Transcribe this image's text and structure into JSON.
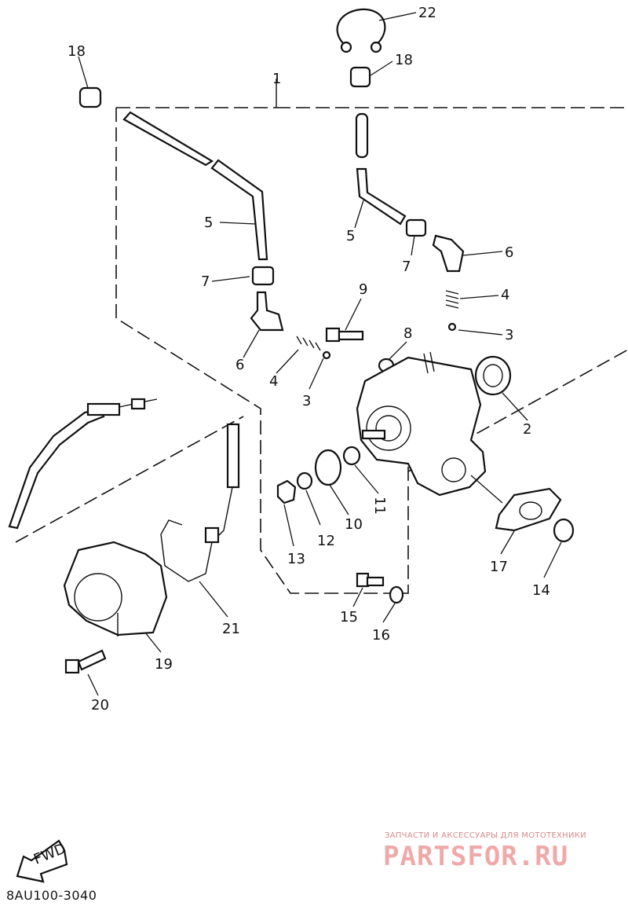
{
  "diagram": {
    "drawing_code": "8AU100-3040",
    "direction_marker": "FWD",
    "callouts": {
      "c22": "22",
      "c18a": "18",
      "c18b": "18",
      "c1": "1",
      "c5a": "5",
      "c5b": "5",
      "c7a": "7",
      "c7b": "7",
      "c6a": "6",
      "c6b": "6",
      "c9": "9",
      "c8": "8",
      "c4a": "4",
      "c4b": "4",
      "c3a": "3",
      "c3b": "3",
      "c2": "2",
      "c10": "10",
      "c11": "11",
      "c12": "12",
      "c13": "13",
      "c17": "17",
      "c14": "14",
      "c15": "15",
      "c16": "16",
      "c19": "19",
      "c20": "20",
      "c21": "21"
    }
  },
  "watermark": {
    "subtitle": "ЗАПЧАСТИ И АКСЕССУАРЫ ДЛЯ МОТОТЕХНИКИ",
    "logo": "PARTSFOR.RU"
  },
  "colors": {
    "ink": "#111111",
    "background": "#ffffff",
    "watermark": "#f0a9a9"
  }
}
